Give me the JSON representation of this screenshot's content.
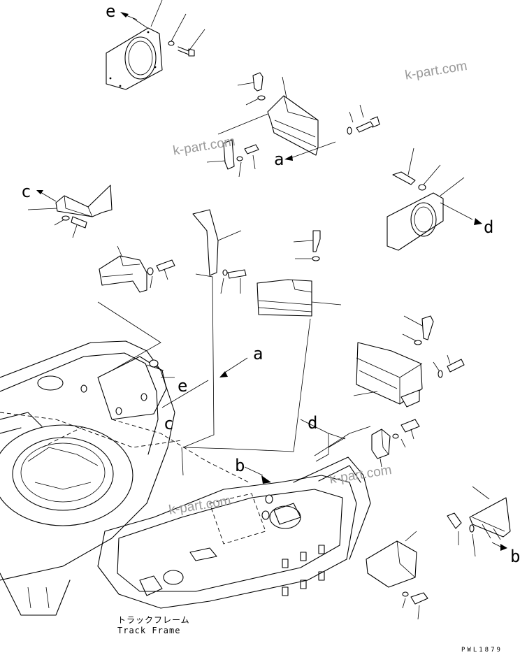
{
  "diagram": {
    "callout_letters": {
      "e_top": "e",
      "a_top": "a",
      "c_left": "c",
      "d_right": "d",
      "a_mid": "a",
      "e_mid": "e",
      "c_mid": "c",
      "d_mid": "d",
      "b_mid": "b",
      "b_right": "b"
    },
    "watermark": "k-part.com",
    "caption": {
      "japanese": "トラックフレーム",
      "english": "Track Frame"
    },
    "drawing_code": "PWL1879"
  }
}
